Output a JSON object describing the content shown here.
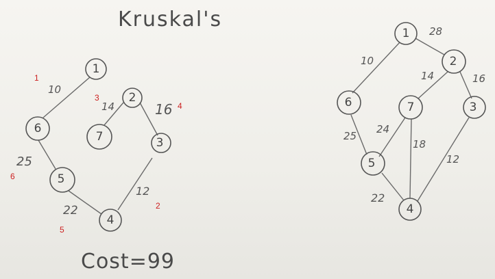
{
  "title": "Kruskal's",
  "cost": "Cost=99",
  "mst": {
    "nodes": [
      "1",
      "6",
      "2",
      "7",
      "3",
      "5",
      "4"
    ],
    "edges": [
      {
        "label": "10"
      },
      {
        "label": "14"
      },
      {
        "label": "16"
      },
      {
        "label": "25"
      },
      {
        "label": "22"
      },
      {
        "label": "12"
      }
    ],
    "order_marks": [
      "1",
      "3",
      "4",
      "6",
      "2",
      "5"
    ]
  },
  "graph": {
    "nodes": [
      "1",
      "2",
      "6",
      "7",
      "3",
      "5",
      "4"
    ],
    "edges": [
      {
        "label": "28"
      },
      {
        "label": "10"
      },
      {
        "label": "14"
      },
      {
        "label": "16"
      },
      {
        "label": "25"
      },
      {
        "label": "24"
      },
      {
        "label": "18"
      },
      {
        "label": "12"
      },
      {
        "label": "22"
      }
    ]
  }
}
